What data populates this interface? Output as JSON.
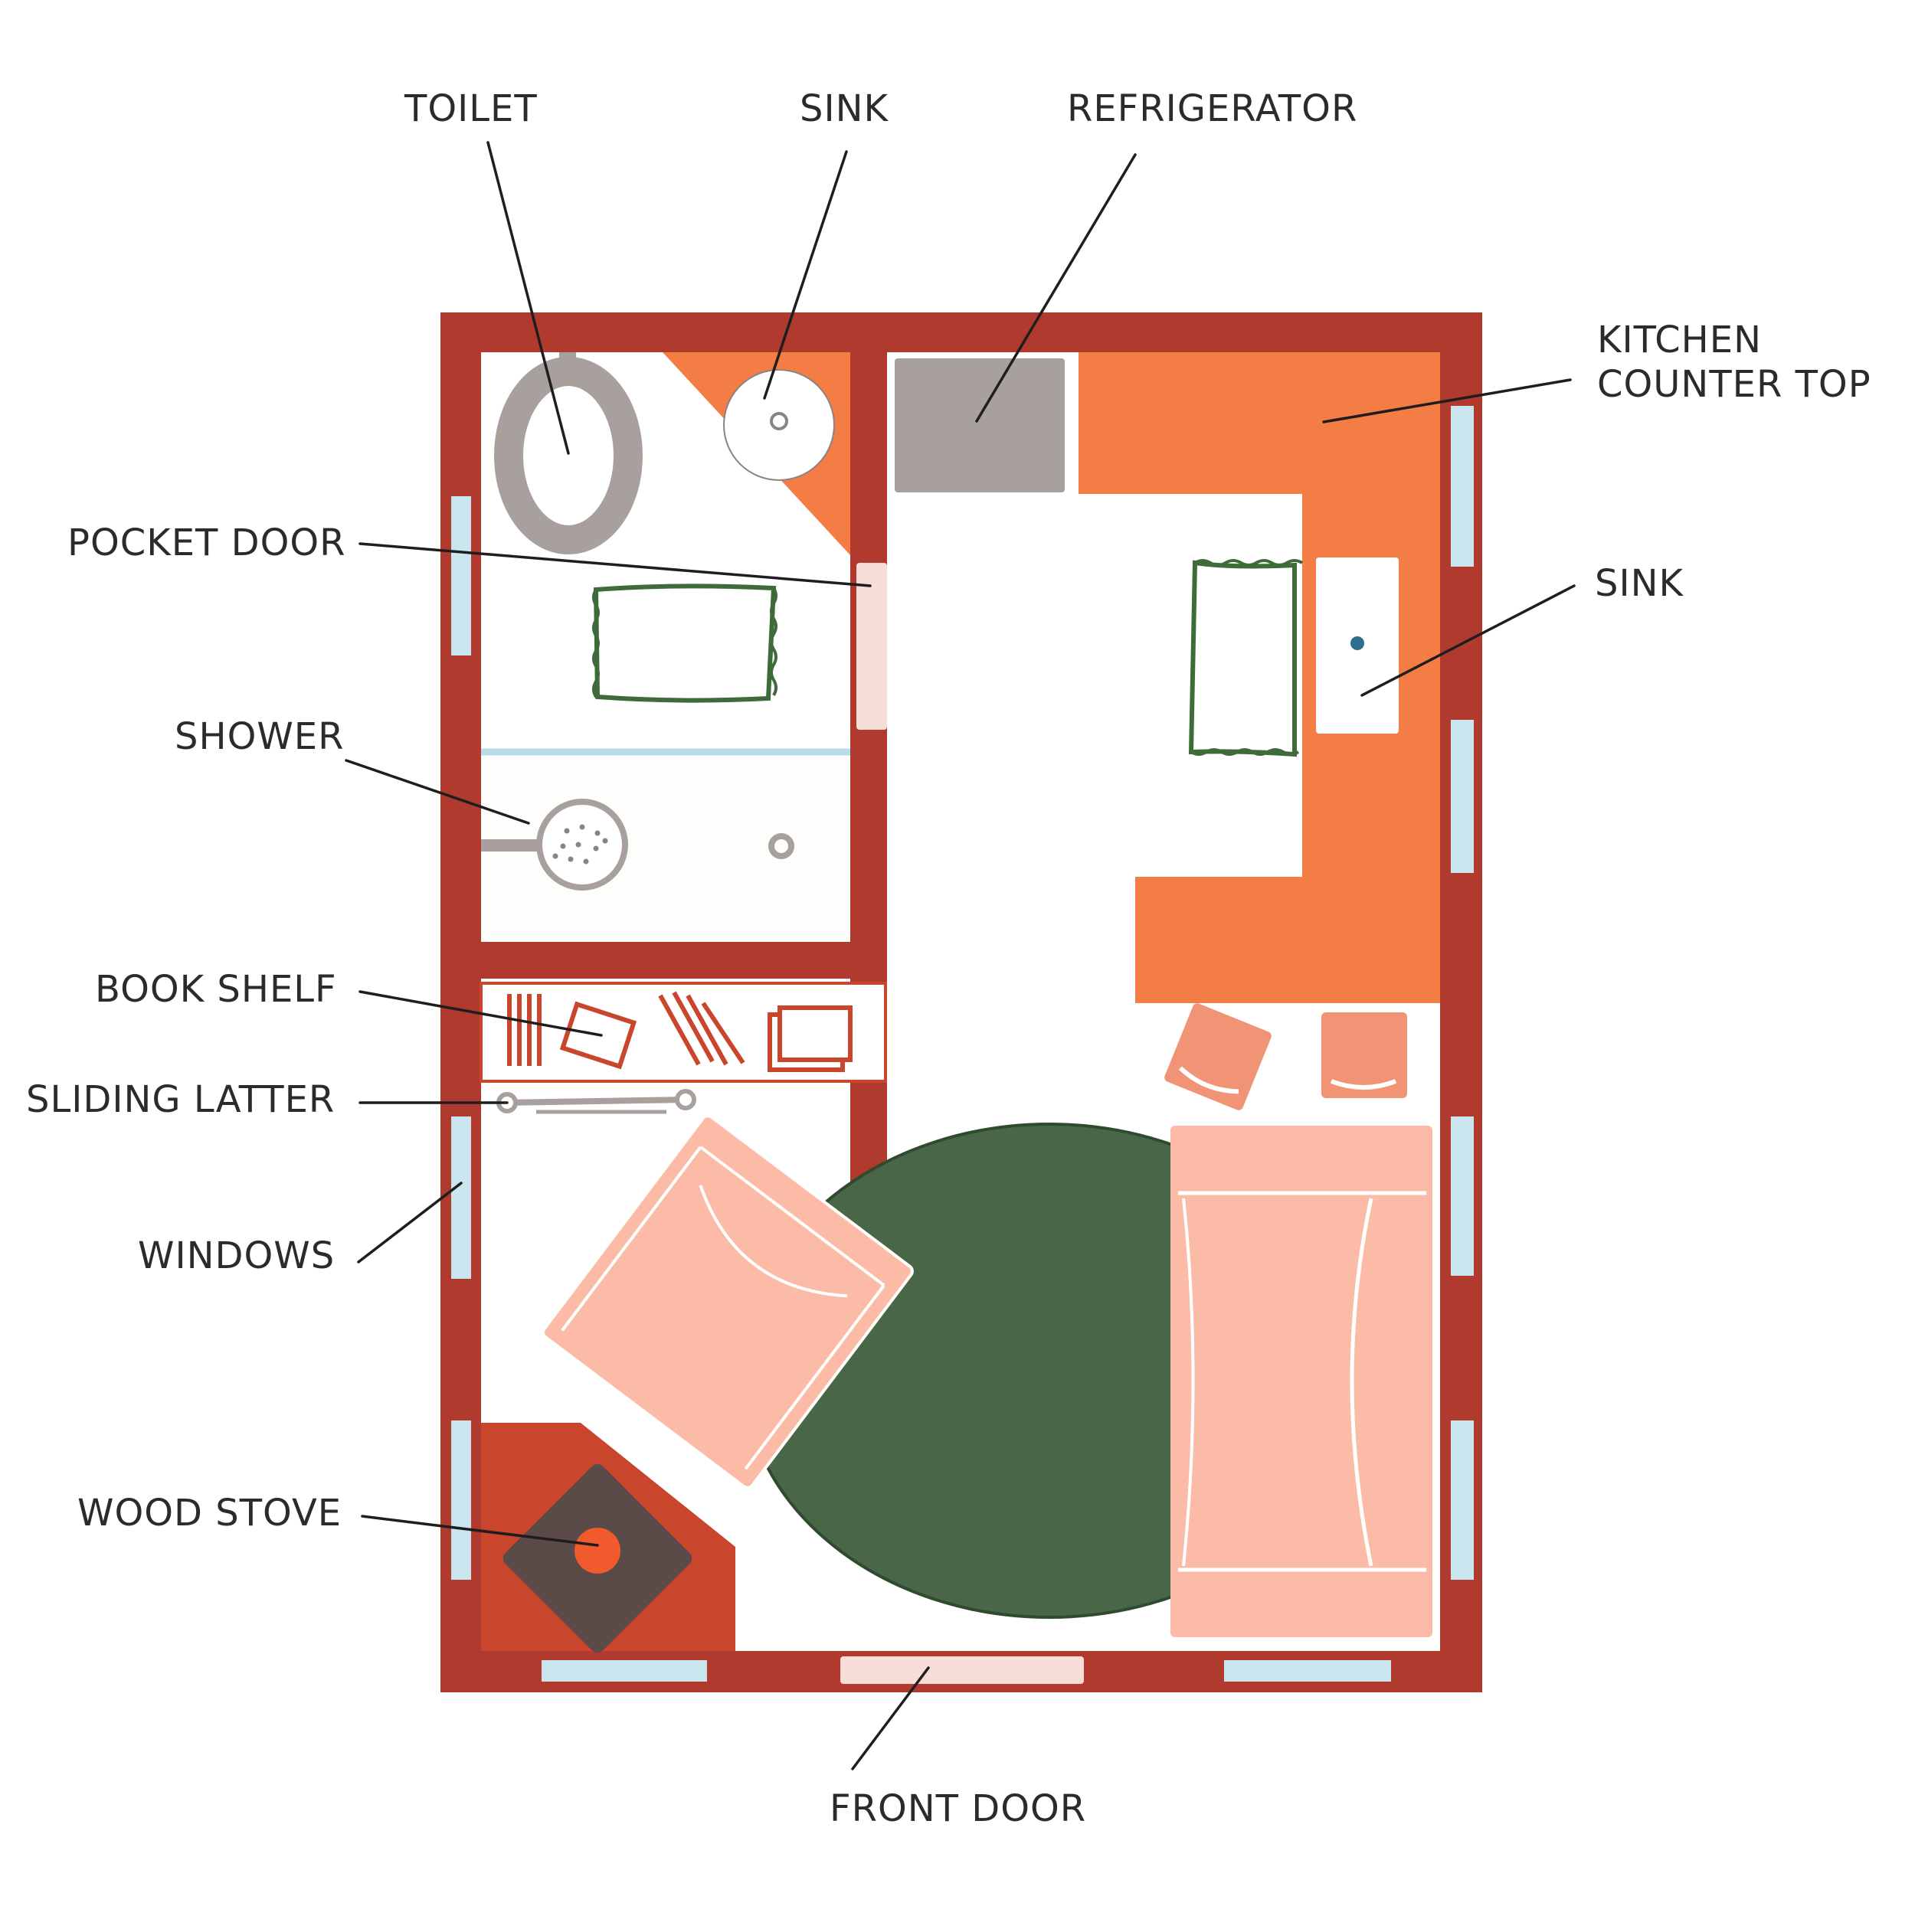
{
  "labels": {
    "toilet": "TOILET",
    "bath_sink": "SINK",
    "refrigerator": "REFRIGERATOR",
    "kitchen_counter_line1": "KITCHEN",
    "kitchen_counter_line2": "COUNTER TOP",
    "pocket_door": "POCKET DOOR",
    "kitchen_sink": "SINK",
    "shower": "SHOWER",
    "book_shelf": "BOOK SHELF",
    "sliding_ladder": "SLIDING LATTER",
    "windows": "WINDOWS",
    "wood_stove": "WOOD STOVE",
    "front_door": "FRONT DOOR"
  },
  "colors": {
    "wall": "#b03a2e",
    "counter": "#f47c45",
    "window": "#c9e6ef",
    "door": "#f6ddd8",
    "appliance_gray": "#a8a09c",
    "rug": "#4a6648",
    "sofa": "#fcbba6",
    "stool": "#f19476",
    "stove_base": "#c9452c",
    "stove": "#5a4a48",
    "shelf_items": "#c9452c",
    "bath_mat": "#3f6a3a",
    "shower_curtain": "#b9dcea",
    "sink_drain": "#2d6e8c"
  }
}
